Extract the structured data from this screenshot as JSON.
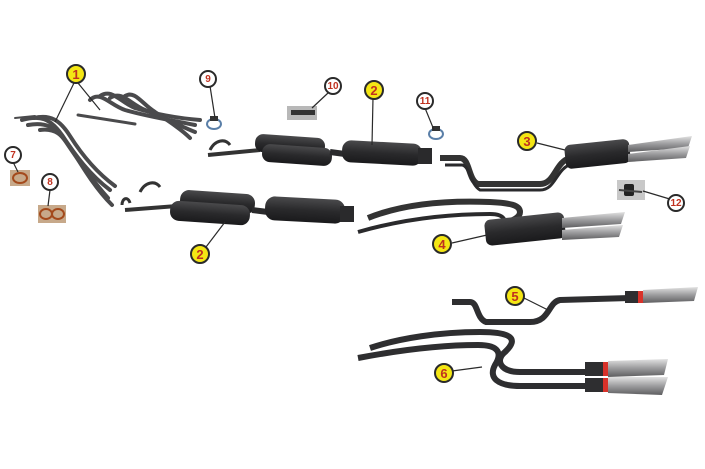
{
  "diagram": {
    "type": "exploded parts diagram",
    "subject": "exhaust system components",
    "colors": {
      "background": "#ffffff",
      "main_callout_fill": "#f4e614",
      "callout_text": "#c0311f",
      "callout_border": "#2a2a2a",
      "pipe": "#2e2e30",
      "tip_chrome": "#a9a9ab",
      "tip_red_ring": "#d8322a",
      "gasket": "#c0703a"
    },
    "callouts": [
      {
        "number": "1",
        "style": "main",
        "part": "exhaust-headers"
      },
      {
        "number": "2",
        "style": "main",
        "part": "front-muffler-section-upper"
      },
      {
        "number": "2",
        "style": "main",
        "part": "front-muffler-section-lower"
      },
      {
        "number": "3",
        "style": "main",
        "part": "rear-muffler-single-dual-tip"
      },
      {
        "number": "4",
        "style": "main",
        "part": "rear-muffler-crossover-dual-tip"
      },
      {
        "number": "5",
        "style": "main",
        "part": "rear-pipe-single-tip-red-ring"
      },
      {
        "number": "6",
        "style": "main",
        "part": "rear-pipe-crossover-dual-tip-red-ring"
      },
      {
        "number": "7",
        "style": "accessory",
        "part": "gasket-single"
      },
      {
        "number": "8",
        "style": "accessory",
        "part": "gasket-double"
      },
      {
        "number": "9",
        "style": "accessory",
        "part": "clamp"
      },
      {
        "number": "10",
        "style": "accessory",
        "part": "mounting-bracket"
      },
      {
        "number": "11",
        "style": "accessory",
        "part": "clamp"
      },
      {
        "number": "12",
        "style": "accessory",
        "part": "rubber-hanger"
      }
    ]
  }
}
